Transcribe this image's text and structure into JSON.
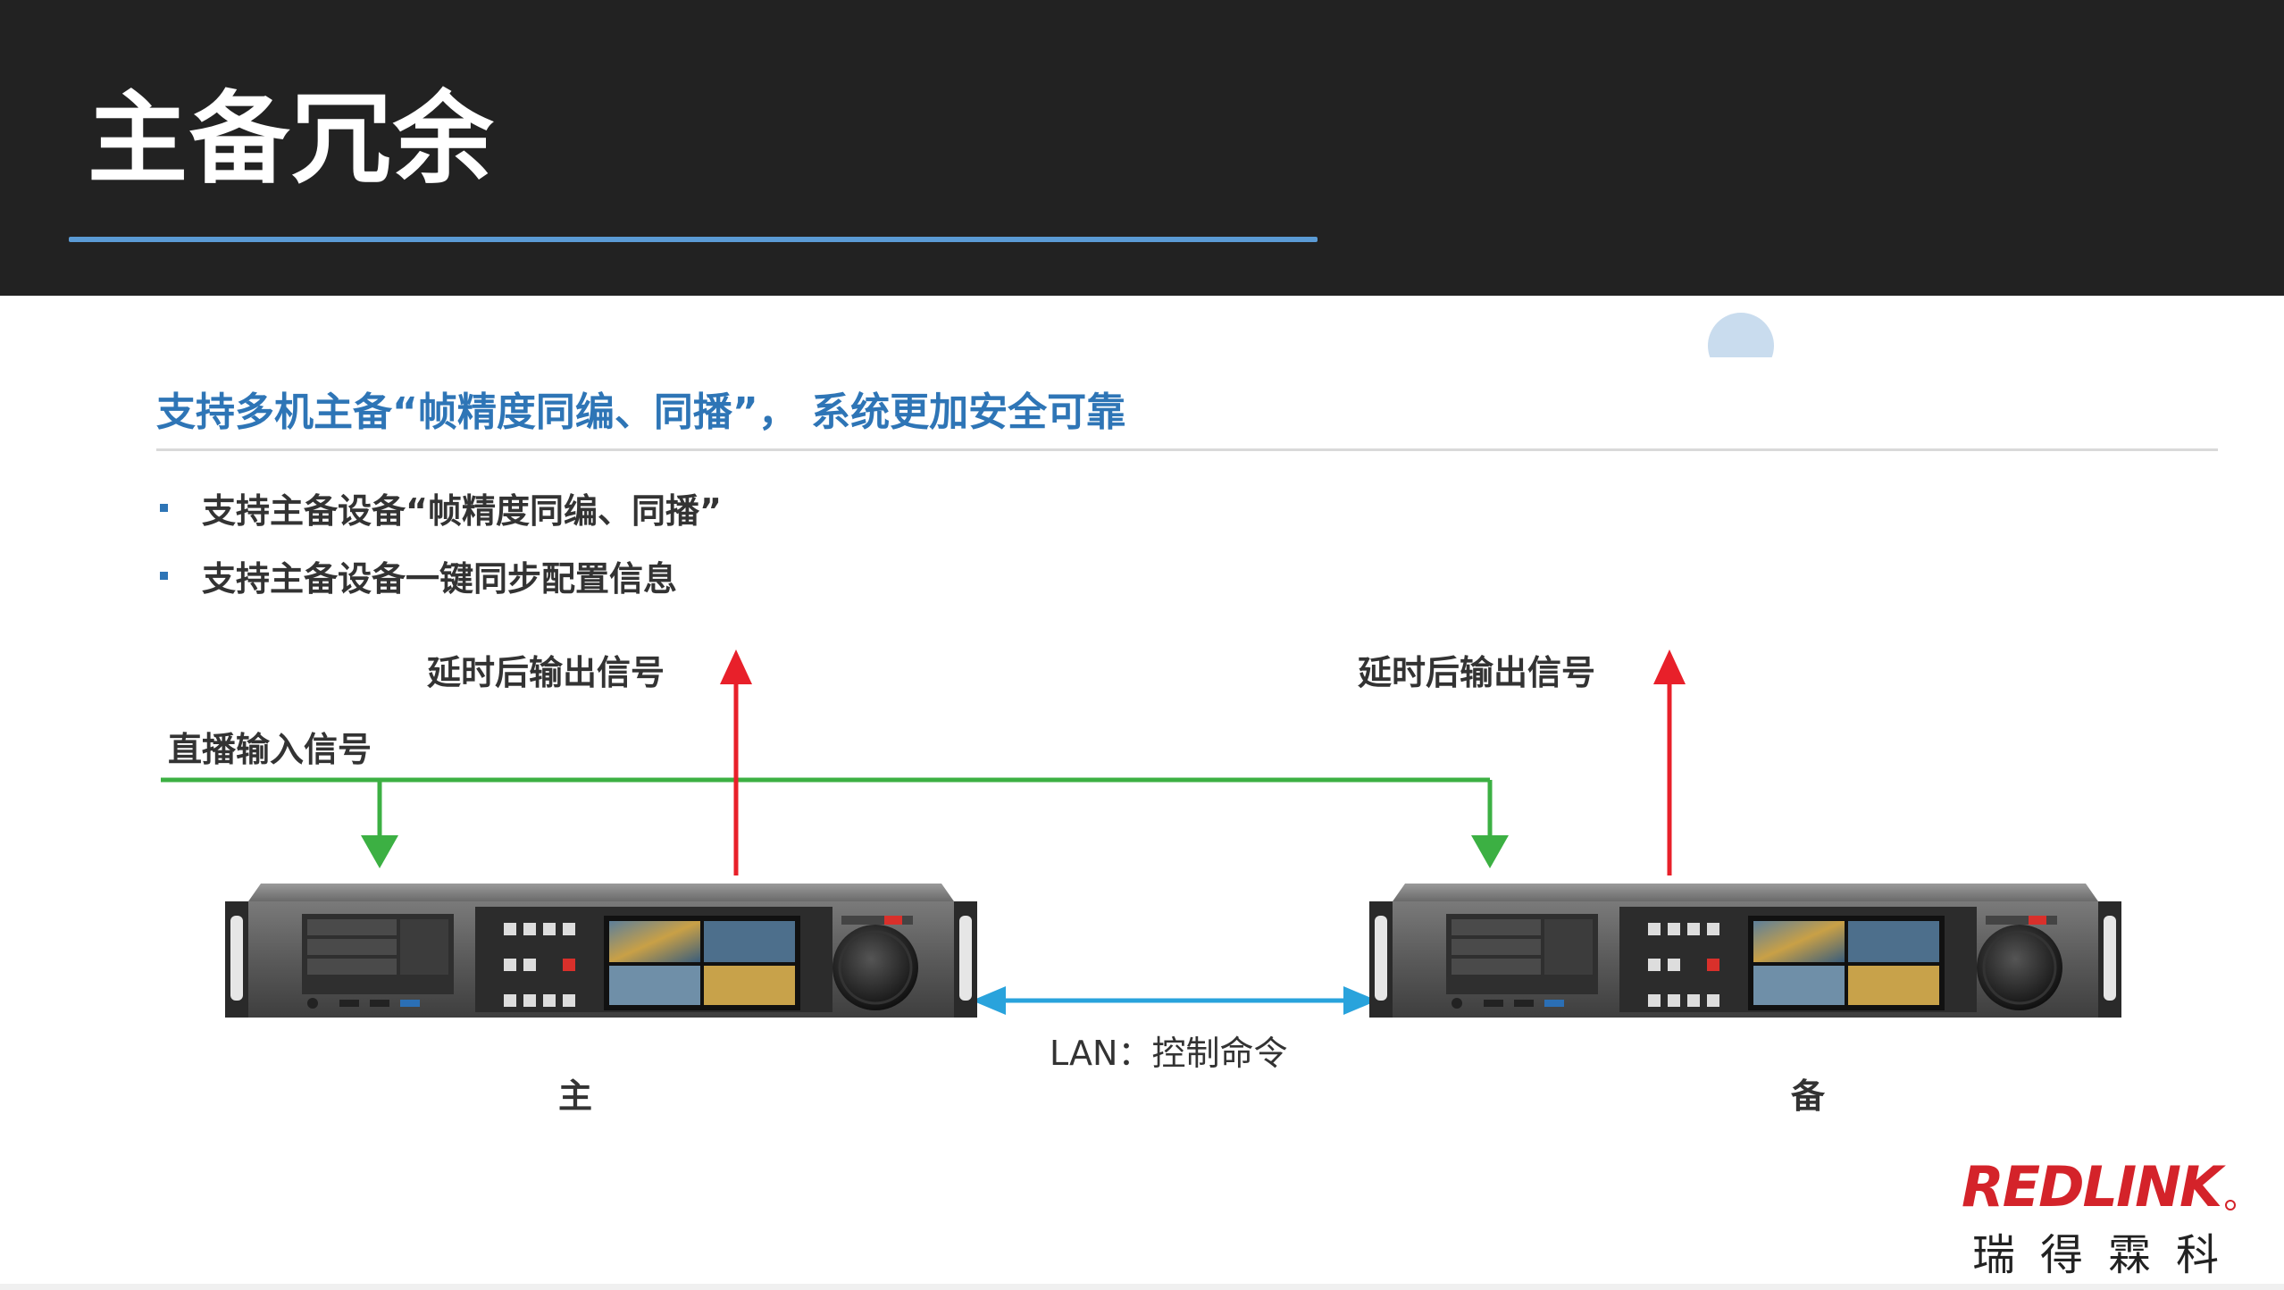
{
  "header": {
    "title": "主备冗余"
  },
  "subtitle": "支持多机主备“帧精度同编、同播”， 系统更加安全可靠",
  "bullets": [
    "支持主备设备“帧精度同编、同播”",
    "支持主备设备一键同步配置信息"
  ],
  "diagram": {
    "live_input_label": "直播输入信号",
    "main_output_label": "延时后输出信号",
    "backup_output_label": "延时后输出信号",
    "lan_label": "LAN：控制命令",
    "main_device_label": "主",
    "backup_device_label": "备",
    "colors": {
      "input_line": "#3cb043",
      "output_arrow": "#e8202a",
      "lan_arrow": "#29a3dc"
    }
  },
  "logo": {
    "text": "REDLINK",
    "chinese_name": "瑞得霖科",
    "color": "#d4232a"
  }
}
